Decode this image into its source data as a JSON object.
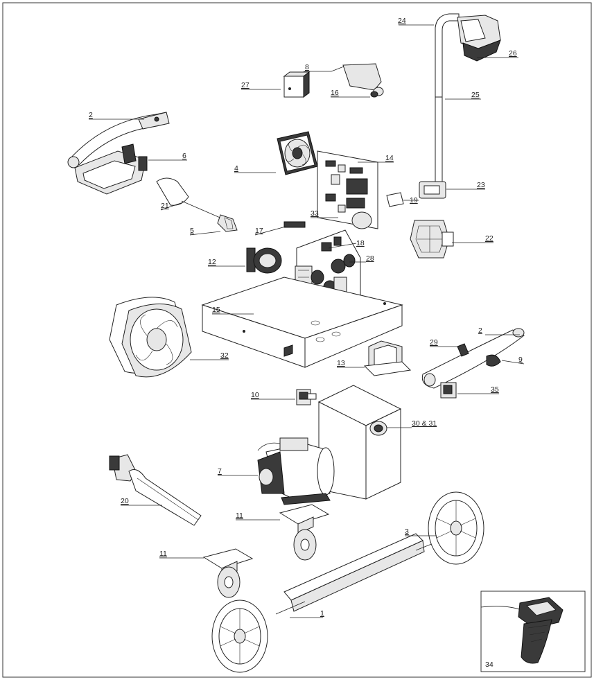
{
  "diagram": {
    "callouts": [
      {
        "id": "c24",
        "text": "24"
      },
      {
        "id": "c26",
        "text": "26"
      },
      {
        "id": "c25",
        "text": "25"
      },
      {
        "id": "c8",
        "text": "8"
      },
      {
        "id": "c27",
        "text": "27"
      },
      {
        "id": "c16",
        "text": "16"
      },
      {
        "id": "c2a",
        "text": "2"
      },
      {
        "id": "c6",
        "text": "6"
      },
      {
        "id": "c14",
        "text": "14"
      },
      {
        "id": "c4",
        "text": "4"
      },
      {
        "id": "c21",
        "text": "21"
      },
      {
        "id": "c23",
        "text": "23"
      },
      {
        "id": "c19",
        "text": "19"
      },
      {
        "id": "c5",
        "text": "5"
      },
      {
        "id": "c33",
        "text": "33"
      },
      {
        "id": "c17",
        "text": "17"
      },
      {
        "id": "c18",
        "text": "18"
      },
      {
        "id": "c22",
        "text": "22"
      },
      {
        "id": "c12",
        "text": "12"
      },
      {
        "id": "c28",
        "text": "28"
      },
      {
        "id": "c15",
        "text": "15"
      },
      {
        "id": "c2b",
        "text": "2"
      },
      {
        "id": "c29",
        "text": "29"
      },
      {
        "id": "c9",
        "text": "9"
      },
      {
        "id": "c32",
        "text": "32"
      },
      {
        "id": "c13",
        "text": "13"
      },
      {
        "id": "c35",
        "text": "35"
      },
      {
        "id": "c10",
        "text": "10"
      },
      {
        "id": "c30",
        "text": "30 & 31"
      },
      {
        "id": "c7",
        "text": "7"
      },
      {
        "id": "c20",
        "text": "20"
      },
      {
        "id": "c11a",
        "text": "11"
      },
      {
        "id": "c3",
        "text": "3"
      },
      {
        "id": "c11b",
        "text": "11"
      },
      {
        "id": "c1",
        "text": "1"
      },
      {
        "id": "c34",
        "text": "34"
      }
    ]
  }
}
